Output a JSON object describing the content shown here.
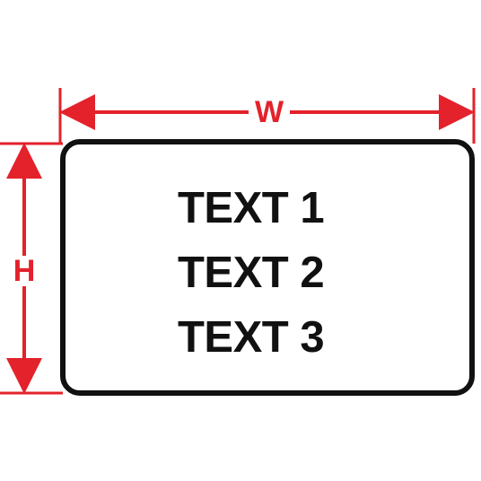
{
  "label": {
    "lines": [
      "TEXT 1",
      "TEXT 2",
      "TEXT 3"
    ]
  },
  "dimensions": {
    "width_label": "W",
    "height_label": "H"
  },
  "colors": {
    "dimension": "#e3222b",
    "outline": "#111111",
    "text": "#111111",
    "background": "#ffffff"
  }
}
